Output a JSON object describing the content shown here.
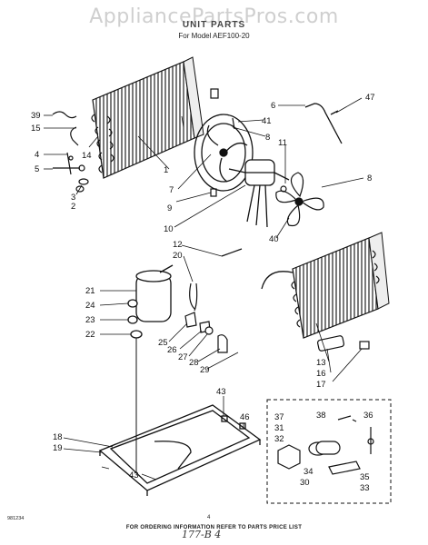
{
  "watermark": "AppliancePartsPros.com",
  "header": {
    "title": "UNIT PARTS",
    "model": "For Model AEF100-20"
  },
  "callouts": [
    "1",
    "2",
    "3",
    "4",
    "5",
    "6",
    "7",
    "8",
    "8",
    "9",
    "10",
    "11",
    "12",
    "13",
    "14",
    "15",
    "16",
    "17",
    "18",
    "19",
    "20",
    "21",
    "22",
    "23",
    "24",
    "25",
    "26",
    "27",
    "28",
    "29",
    "30",
    "31",
    "32",
    "33",
    "34",
    "35",
    "36",
    "37",
    "38",
    "39",
    "40",
    "41",
    "43",
    "43",
    "46",
    "47"
  ],
  "footer": {
    "note": "FOR ORDERING INFORMATION REFER TO PARTS PRICE LIST",
    "page": "4",
    "code": "981234",
    "handwritten": "177-B 4"
  }
}
